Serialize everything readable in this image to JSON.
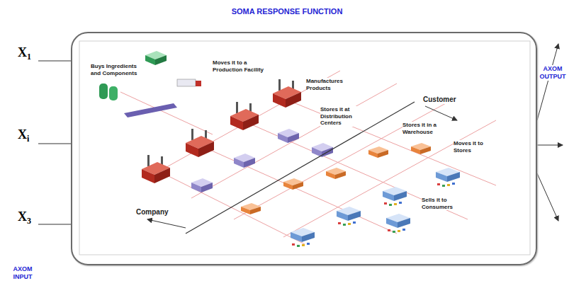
{
  "diagram": {
    "nodes": [
      {
        "text": [
          "SOMA RESPONSE FUNCTION"
        ]
      }
    ],
    "labels": [
      "X1",
      "Buys Ingredients and Components",
      "Moves it to a Production Facility",
      "AXOM OUTPUT",
      "Manufactures Products",
      "Customer",
      "Stores it at Distribution Centers",
      "Stores it in a Warehouse",
      "Xi",
      "Moves it to Stores",
      "Sells it to Consumers",
      "Company",
      "X3",
      "AXOM INPUT"
    ]
  }
}
